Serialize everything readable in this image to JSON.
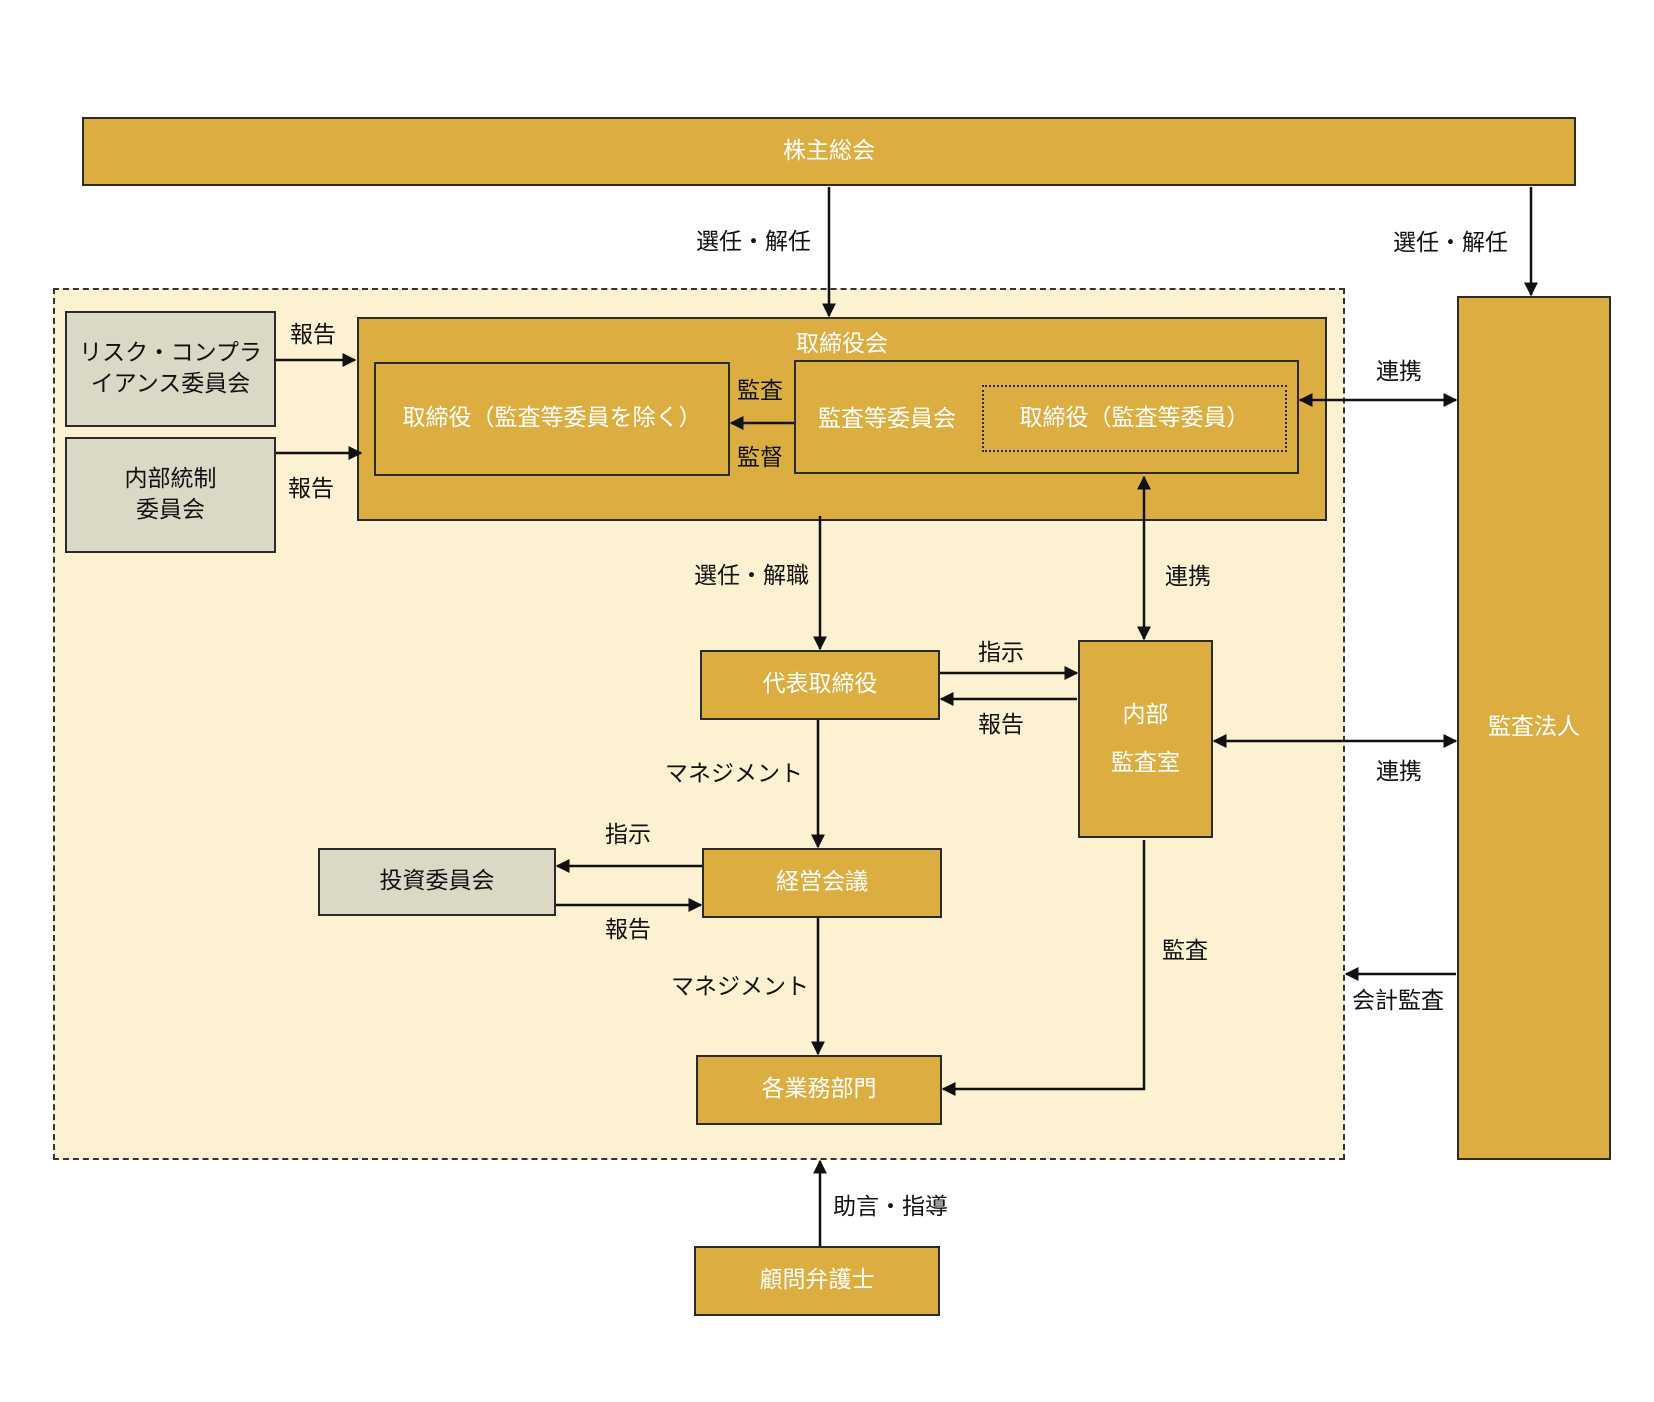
{
  "nodes": {
    "shareholders": "株主総会",
    "board": "取締役会",
    "directors_excl": "取締役（監査等委員を除く）",
    "audit_committee": "監査等委員会",
    "directors_audit": "取締役（監査等委員）",
    "risk_line1": "リスク・コンプラ",
    "risk_line2": "イアンス委員会",
    "internal_ctrl_line1": "内部統制",
    "internal_ctrl_line2": "委員会",
    "ceo": "代表取締役",
    "internal_audit_line1": "内部",
    "internal_audit_line2": "監査室",
    "mgmt_meeting": "経営会議",
    "investment": "投資委員会",
    "departments": "各業務部門",
    "lawyer": "顧問弁護士",
    "auditor": "監査法人"
  },
  "labels": {
    "elect_dismiss_1": "選任・解任",
    "elect_dismiss_2": "選任・解任",
    "report_risk": "報告",
    "report_internal": "報告",
    "audit": "監査",
    "supervise": "監督",
    "collab_auditor_board": "連携",
    "collab_board_internal": "連携",
    "collab_auditor_internal": "連携",
    "elect_dismiss_ceo": "選任・解職",
    "instruct_ceo": "指示",
    "report_ceo": "報告",
    "management_1": "マネジメント",
    "instruct_invest": "指示",
    "report_invest": "報告",
    "management_2": "マネジメント",
    "audit_departments": "監査",
    "accounting_audit": "会計監査",
    "advice": "助言・指導"
  },
  "colors": {
    "gold": "#dcae42",
    "grey": "#dcd8c6",
    "region": "#fcf1d1",
    "line": "#111111"
  }
}
